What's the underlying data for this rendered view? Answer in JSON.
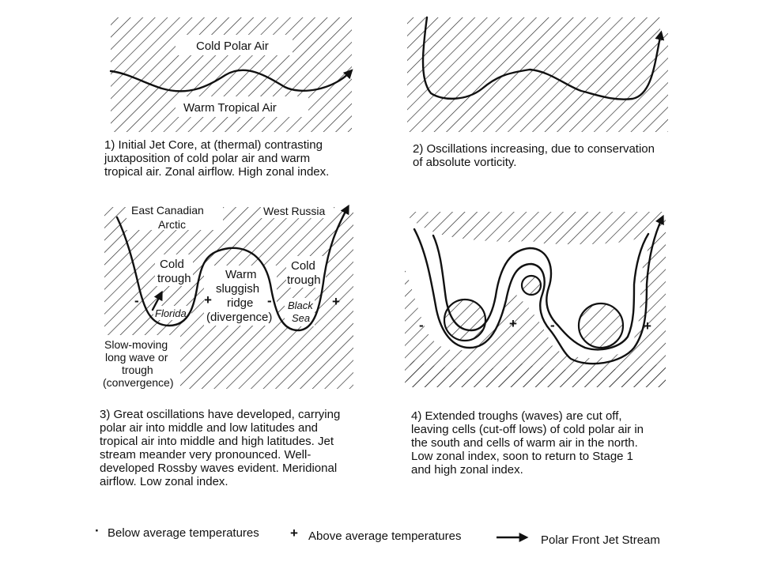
{
  "panel1": {
    "labels": {
      "cold": "Cold Polar Air",
      "warm": "Warm Tropical Air"
    },
    "caption": "1)  Initial Jet Core, at (thermal) contrasting\njuxtaposition of cold polar air and warm\ntropical air.  Zonal airflow.  High zonal index."
  },
  "panel2": {
    "caption": "2)  Oscillations increasing, due to conservation\nof absolute vorticity."
  },
  "panel3": {
    "labels": {
      "east_canadian": "East Canadian",
      "arctic": "Arctic",
      "west_russia": "West Russia",
      "cold": "Cold",
      "trough": "trough",
      "cold2": "Cold",
      "trough2": "trough",
      "warm": "Warm",
      "sluggish": "sluggish",
      "ridge": "ridge",
      "divergence": "(divergence)",
      "florida": "Florida",
      "black": "Black",
      "sea": "Sea",
      "slow_moving": "Slow-moving",
      "long_wave": "long wave or",
      "trough_word": "trough",
      "convergence": "(convergence)"
    },
    "signs": [
      "-",
      "+",
      "-",
      "+"
    ],
    "caption": "3)  Great oscillations have developed, carrying\npolar air into middle and low latitudes and\ntropical air into middle and high latitudes.  Jet\nstream meander very pronounced.  Well-\ndeveloped Rossby waves evident.  Meridional\nairflow.  Low zonal index."
  },
  "panel4": {
    "signs": [
      "-",
      "+",
      "-",
      "+"
    ],
    "caption": "4)  Extended troughs (waves) are cut off,\nleaving cells (cut-off lows) of cold polar air in\nthe south and cells of warm air in the north.\nLow zonal index, soon to return to Stage 1\nand high zonal index."
  },
  "legend": {
    "below_symbol": "·",
    "below": "Below average temperatures",
    "above_symbol": "+",
    "above": "Above average temperatures",
    "jet": "Polar Front Jet Stream"
  }
}
